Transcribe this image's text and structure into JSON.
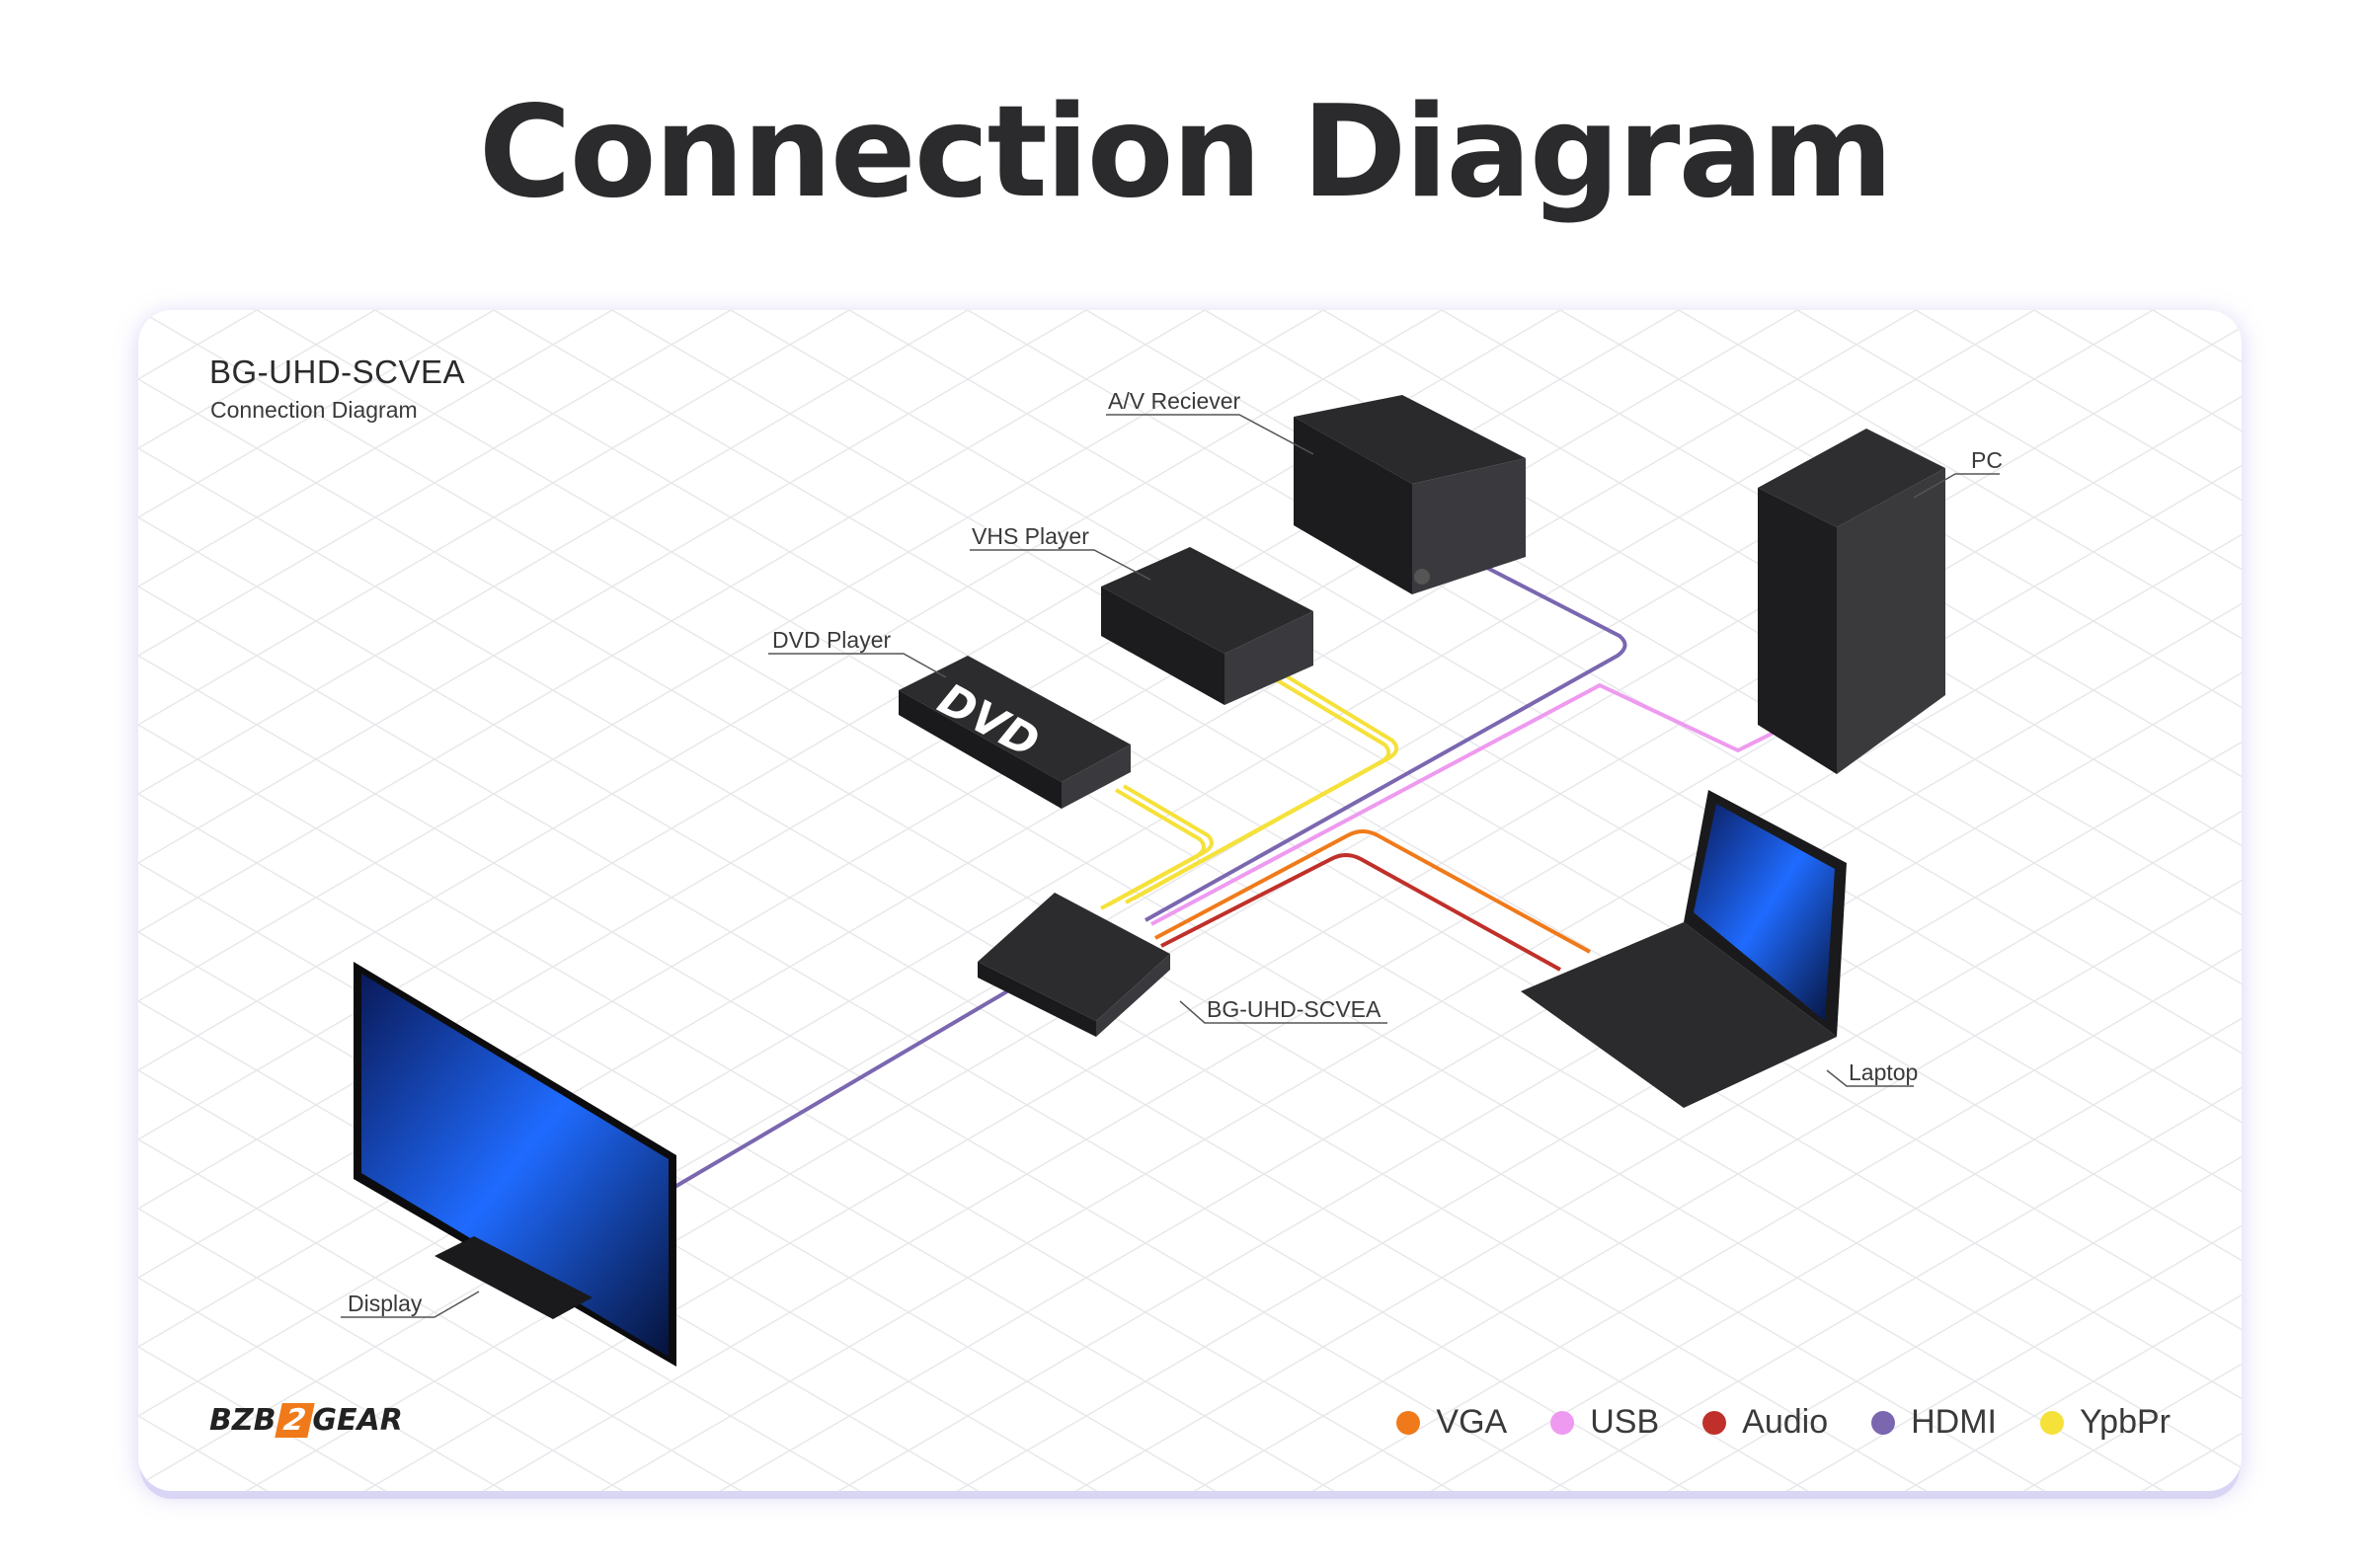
{
  "page": {
    "title": "Connection Diagram"
  },
  "card": {
    "model": "BG-UHD-SCVEA",
    "subtitle": "Connection Diagram",
    "logo_left": "BZB",
    "logo_mid": "2",
    "logo_right": "GEAR"
  },
  "devices": {
    "av_receiver": "A/V Reciever",
    "pc": "PC",
    "vhs": "VHS Player",
    "dvd": "DVD Player",
    "converter": "BG-UHD-SCVEA",
    "laptop": "Laptop",
    "display": "Display",
    "dvd_logo": "DVD"
  },
  "legend": [
    {
      "label": "VGA",
      "color": "#f07a1a"
    },
    {
      "label": "USB",
      "color": "#ee9af0"
    },
    {
      "label": "Audio",
      "color": "#c0302a"
    },
    {
      "label": "HDMI",
      "color": "#7a67b0"
    },
    {
      "label": "YpbPr",
      "color": "#f5e13a"
    }
  ]
}
